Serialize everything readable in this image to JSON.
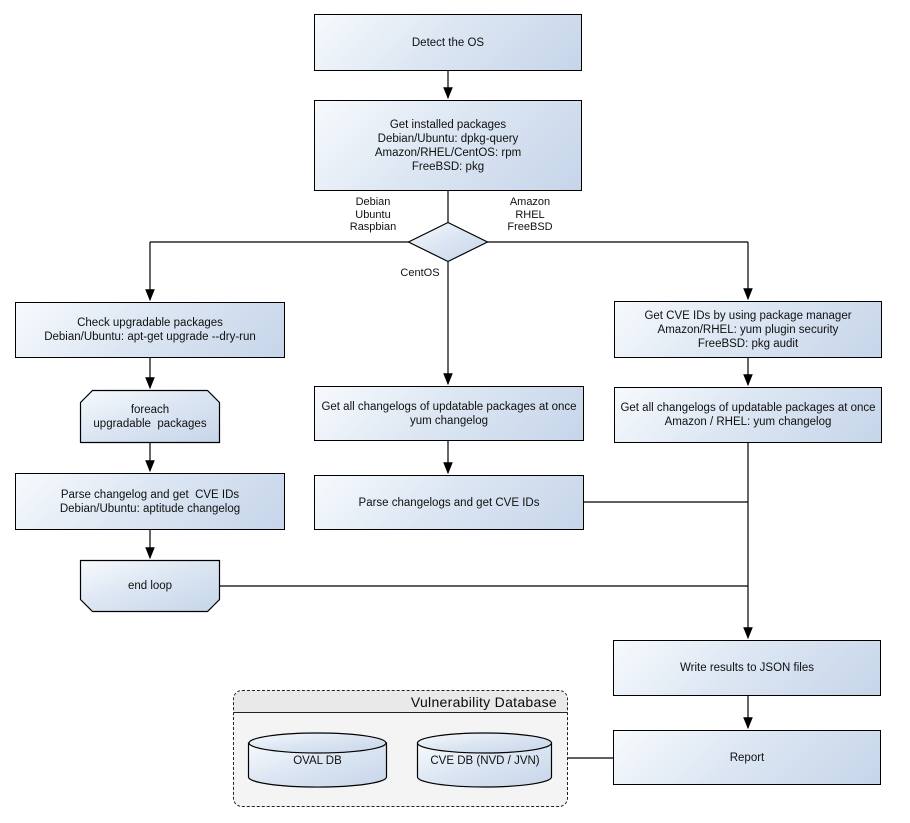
{
  "nodes": {
    "detect_os": "Detect the OS",
    "get_installed": "Get installed packages\nDebian/Ubuntu: dpkg-query\nAmazon/RHEL/CentOS: rpm\nFreeBSD: pkg",
    "check_upgradable": "Check upgradable packages\nDebian/Ubuntu: apt-get upgrade --dry-run",
    "foreach_loop": "foreach\nupgradable  packages",
    "parse_changelog_deb": "Parse changelog and get  CVE IDs\nDebian/Ubuntu: aptitude changelog",
    "end_loop": "end loop",
    "get_changelogs_centos": "Get all changelogs of updatable packages at once\nyum changelog",
    "parse_changelogs": "Parse changelogs and get CVE IDs",
    "get_cve_ids_pkg_mgr": "Get CVE IDs by using package manager\nAmazon/RHEL: yum plugin security\nFreeBSD: pkg audit",
    "get_changelogs_amazon": "Get all changelogs of updatable packages at once\nAmazon / RHEL: yum changelog",
    "write_results": "Write results to JSON files",
    "report": "Report"
  },
  "branch_labels": {
    "left": "Debian\nUbuntu\nRaspbian",
    "right": "Amazon\nRHEL\nFreeBSD",
    "bottom": "CentOS"
  },
  "database": {
    "title": "Vulnerability Database",
    "oval_db": "OVAL DB",
    "cve_db": "CVE DB (NVD / JVN)"
  },
  "colors": {
    "node_gradient_start": "#f7fafd",
    "node_gradient_end": "#c6d5ea",
    "line": "#000000",
    "container_body": "#f4f4f4",
    "container_header": "#e9e9e9"
  }
}
